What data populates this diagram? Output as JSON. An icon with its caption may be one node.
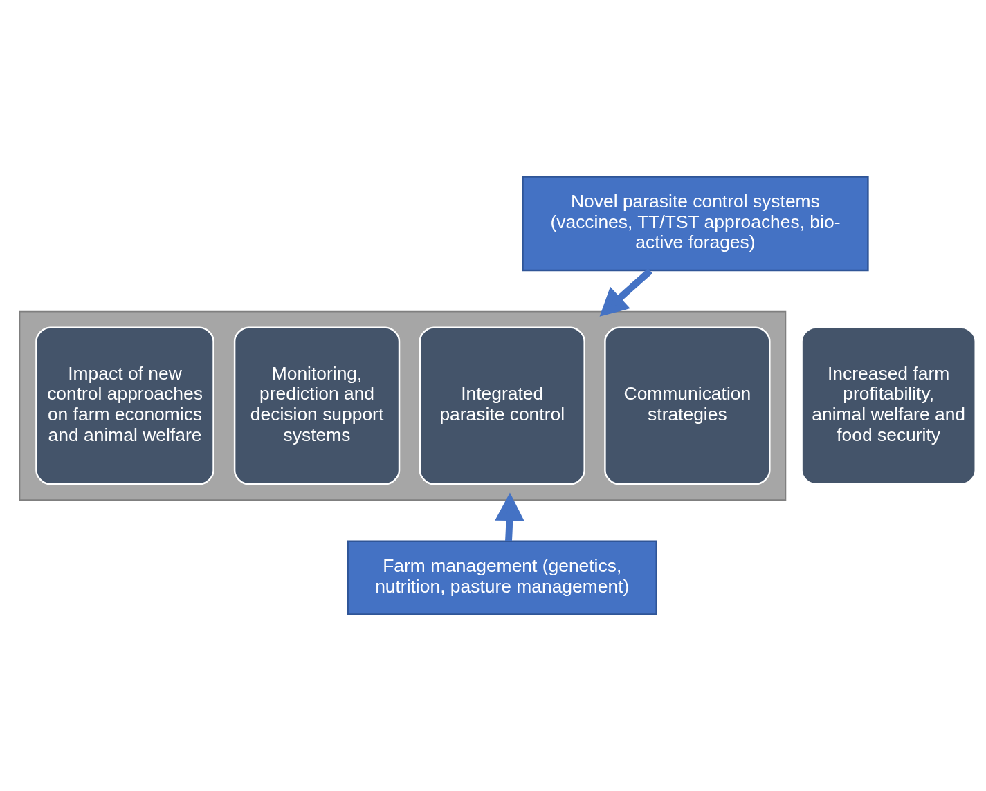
{
  "diagram": {
    "nodes": [
      {
        "text": [
          "Novel parasite control systems (vaccines, TT/TST approaches, bio-active forages)"
        ]
      },
      {
        "text": [],
        "shape": "arrow"
      },
      {
        "text": [
          "Impact of new control approaches on farm economics and animal welfare"
        ],
        "in": 1
      },
      {
        "text": [
          "Monitoring, prediction and decision support systems"
        ],
        "in": 1
      },
      {
        "text": [
          "Integrated parasite control"
        ],
        "in": 1
      },
      {
        "text": [
          "Communication strategies"
        ],
        "in": 1
      },
      {
        "text": [
          "Increased farm profitability, animal welfare and food security"
        ]
      },
      {
        "text": [
          "Farm management (genetics, nutrition, pasture management)"
        ]
      }
    ],
    "edges": [
      {
        "from": 0,
        "to": 1,
        "arrow": "to"
      },
      {
        "from": 7,
        "to": 1,
        "arrow": "to"
      }
    ]
  }
}
